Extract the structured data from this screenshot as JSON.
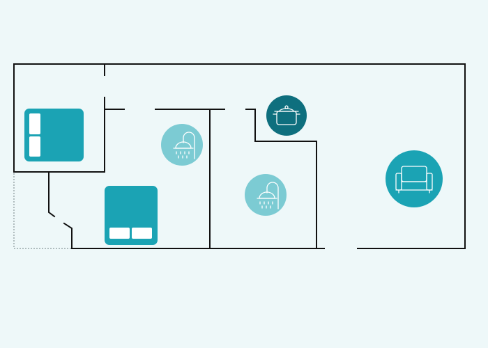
{
  "floor_plan": {
    "colors": {
      "background": "#eef8f9",
      "wall": "#111111",
      "furniture": "#1ba3b4",
      "bathroom_badge": "#7ccbd3",
      "kitchen_badge": "#0e6f7e",
      "living_badge": "#1ba3b4",
      "pillow": "#ffffff"
    },
    "rooms": [
      {
        "name": "bedroom-single",
        "icon": "single-bed-icon"
      },
      {
        "name": "bedroom-double",
        "icon": "double-bed-icon"
      },
      {
        "name": "bathroom-1",
        "icon": "shower-icon"
      },
      {
        "name": "bathroom-2",
        "icon": "shower-icon"
      },
      {
        "name": "kitchen",
        "icon": "cooking-pot-icon"
      },
      {
        "name": "living-room",
        "icon": "armchair-icon"
      }
    ]
  }
}
